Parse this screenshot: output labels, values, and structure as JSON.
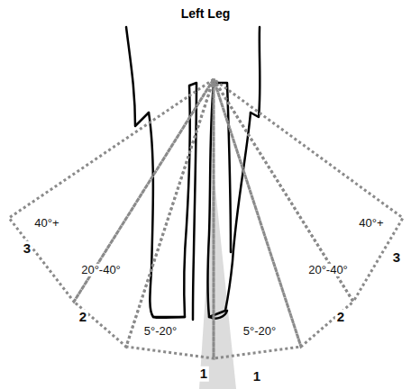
{
  "diagram": {
    "title": "Left Leg",
    "labels": [
      "40°+",
      "40°+",
      "3",
      "20°-40°",
      "20°-40°",
      "3",
      "2",
      "2",
      "5°-20°",
      "5°-20°",
      "1",
      "1"
    ]
  }
}
